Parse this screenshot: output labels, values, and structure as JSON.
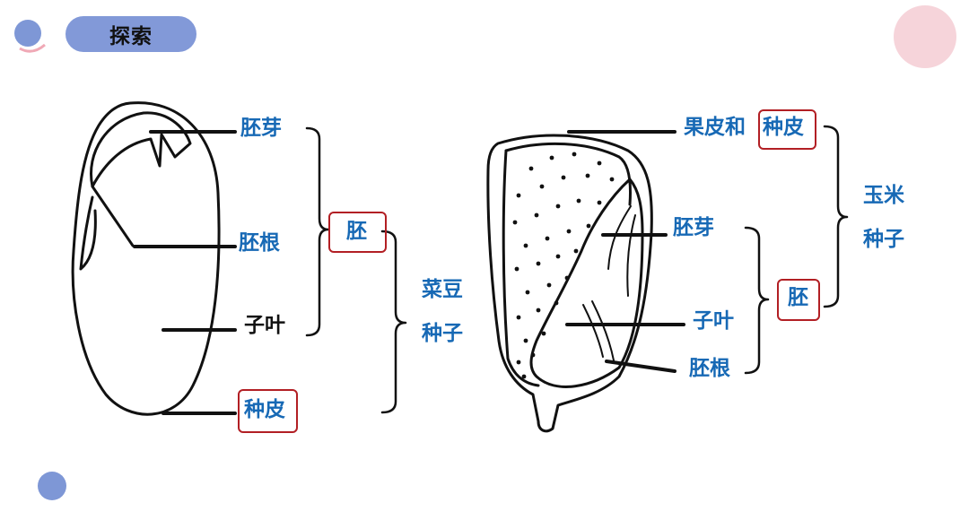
{
  "header": {
    "title": "探索"
  },
  "bean": {
    "labels": {
      "plumule": "胚芽",
      "radicle": "胚根",
      "cotyledon": "子叶",
      "seed_coat": "种皮",
      "embryo": "胚",
      "seed_line1": "菜豆",
      "seed_line2": "种子"
    }
  },
  "corn": {
    "labels": {
      "pericarp_prefix": "果皮和",
      "pericarp_box": "种皮",
      "plumule": "胚芽",
      "cotyledon": "子叶",
      "radicle": "胚根",
      "embryo": "胚",
      "seed_line1": "玉米",
      "seed_line2": "种子"
    }
  },
  "colors": {
    "label_blue": "#1769b5",
    "highlight_red": "#b21f24",
    "accent_blue": "#8299d8",
    "accent_pink": "#f6d4da"
  }
}
